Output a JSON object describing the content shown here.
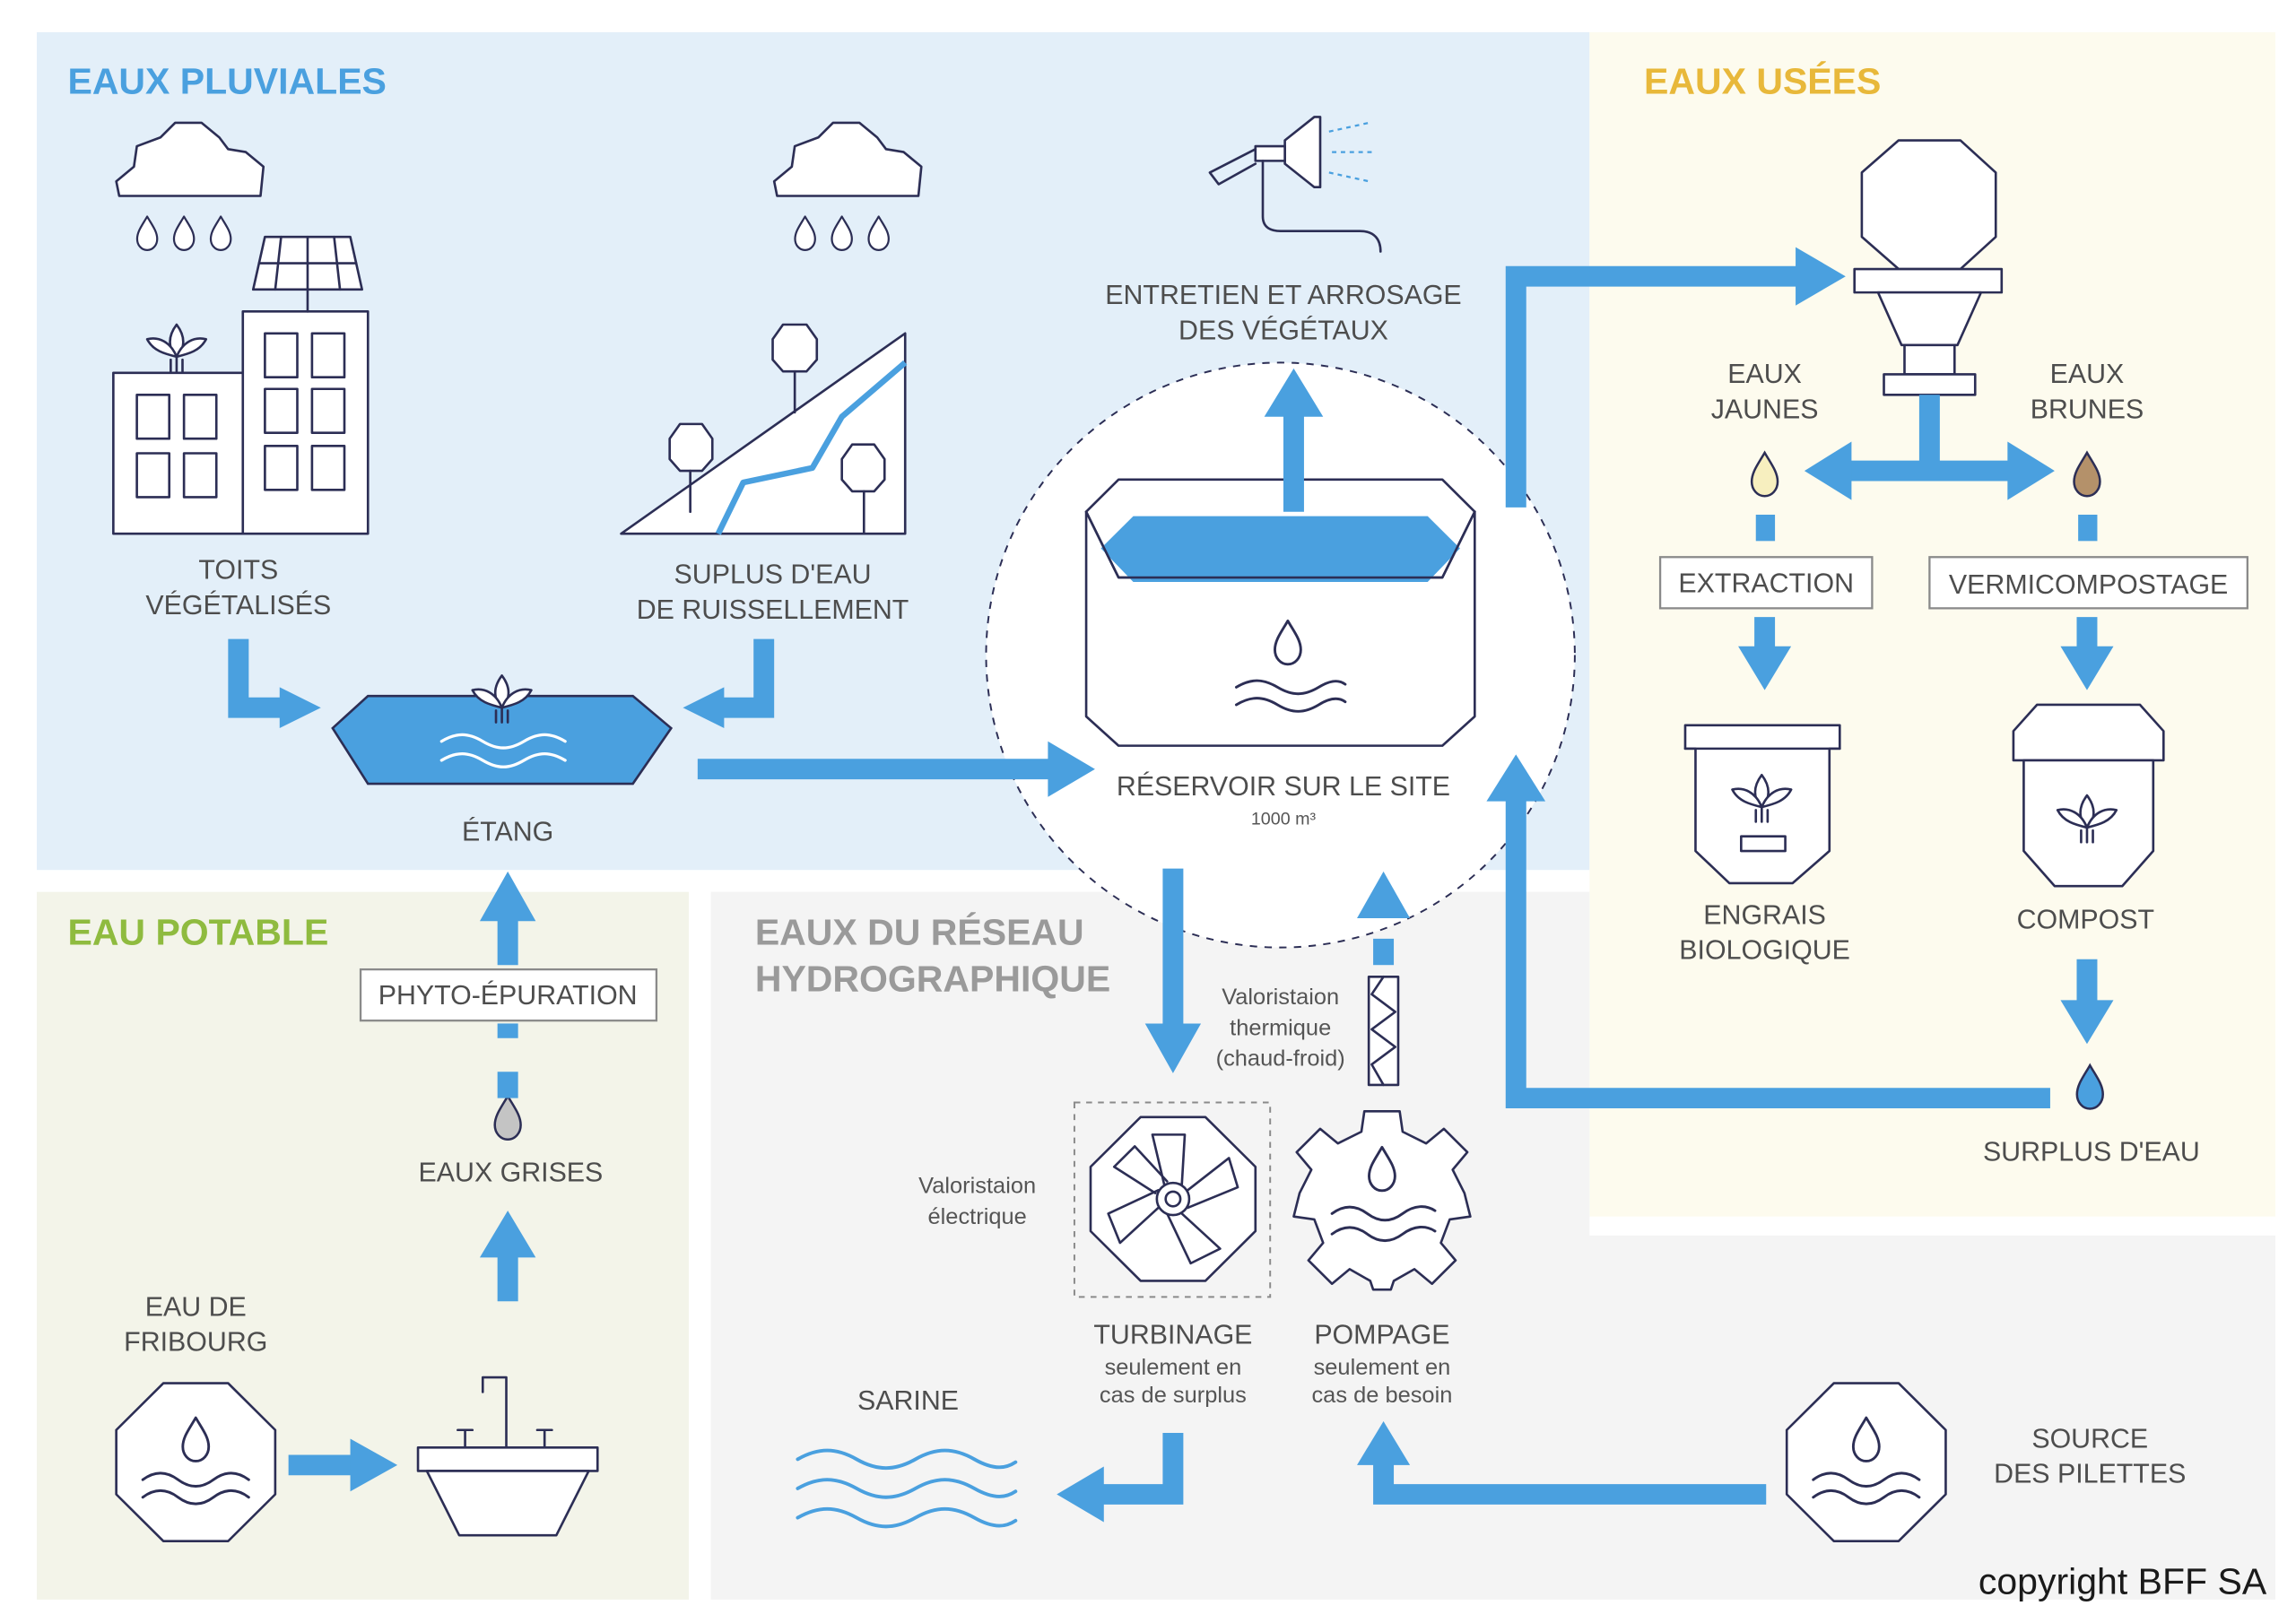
{
  "colors": {
    "accent_blue": "#4aa0df",
    "line_navy": "#2c2e55",
    "pluviales_bg": "#e3eff9",
    "pluviales_title": "#4aa0df",
    "usees_bg": "#fdfbee",
    "usees_title": "#e8b83a",
    "potable_bg": "#f3f4e9",
    "potable_title": "#8fbb3f",
    "reseau_bg": "#f4f4f4",
    "reseau_title": "#9a9a9a",
    "eaux_jaunes_drop": "#f7efbf",
    "eaux_brunes_drop": "#b4916a",
    "eaux_grises_drop": "#c4c4c4"
  },
  "sections": {
    "pluviales": {
      "title": "EAUX PLUVIALES"
    },
    "usees": {
      "title": "EAUX USÉES"
    },
    "potable": {
      "title": "EAU POTABLE"
    },
    "reseau": {
      "title_line1": "EAUX DU RÉSEAU",
      "title_line2": "HYDROGRAPHIQUE"
    }
  },
  "labels": {
    "toits_1": "TOITS",
    "toits_2": "VÉGÉTALISÉS",
    "suplus_1": "SUPLUS D'EAU",
    "suplus_2": "DE RUISSELLEMENT",
    "etang": "ÉTANG",
    "entretien_1": "ENTRETIEN ET ARROSAGE",
    "entretien_2": "DES VÉGÉTAUX",
    "reservoir": "RÉSERVOIR SUR LE SITE",
    "reservoir_capacity": "1000 m³",
    "eaux_jaunes_1": "EAUX",
    "eaux_jaunes_2": "JAUNES",
    "eaux_brunes_1": "EAUX",
    "eaux_brunes_2": "BRUNES",
    "extraction": "EXTRACTION",
    "vermicompostage": "VERMICOMPOSTAGE",
    "engrais_1": "ENGRAIS",
    "engrais_2": "BIOLOGIQUE",
    "compost": "COMPOST",
    "surplus_eau": "SURPLUS D'EAU",
    "phyto": "PHYTO-ÉPURATION",
    "eaux_grises": "EAUX GRISES",
    "eau_fribourg_1": "EAU DE",
    "eau_fribourg_2": "FRIBOURG",
    "valo_thermique_1": "Valoristaion",
    "valo_thermique_2": "thermique",
    "valo_thermique_3": "(chaud-froid)",
    "valo_electrique_1": "Valoristaion",
    "valo_electrique_2": "électrique",
    "turbinage": "TURBINAGE",
    "turbinage_sub_1": "seulement en",
    "turbinage_sub_2": "cas de surplus",
    "pompage": "POMPAGE",
    "pompage_sub_1": "seulement en",
    "pompage_sub_2": "cas de besoin",
    "sarine": "SARINE",
    "source_1": "SOURCE",
    "source_2": "DES PILETTES",
    "copyright": "copyright BFF SA"
  },
  "icons": [
    "cloud-rain-icon",
    "building-solar-icon",
    "plant-icon",
    "hill-trees-icon",
    "pond-icon",
    "sprinkler-icon",
    "reservoir-tank-icon",
    "toilet-icon",
    "drop-icon",
    "fertilizer-bag-icon",
    "compost-bin-icon",
    "turbine-icon",
    "pump-gear-icon",
    "heat-exchanger-icon",
    "sink-icon",
    "water-source-icon",
    "river-waves-icon"
  ]
}
